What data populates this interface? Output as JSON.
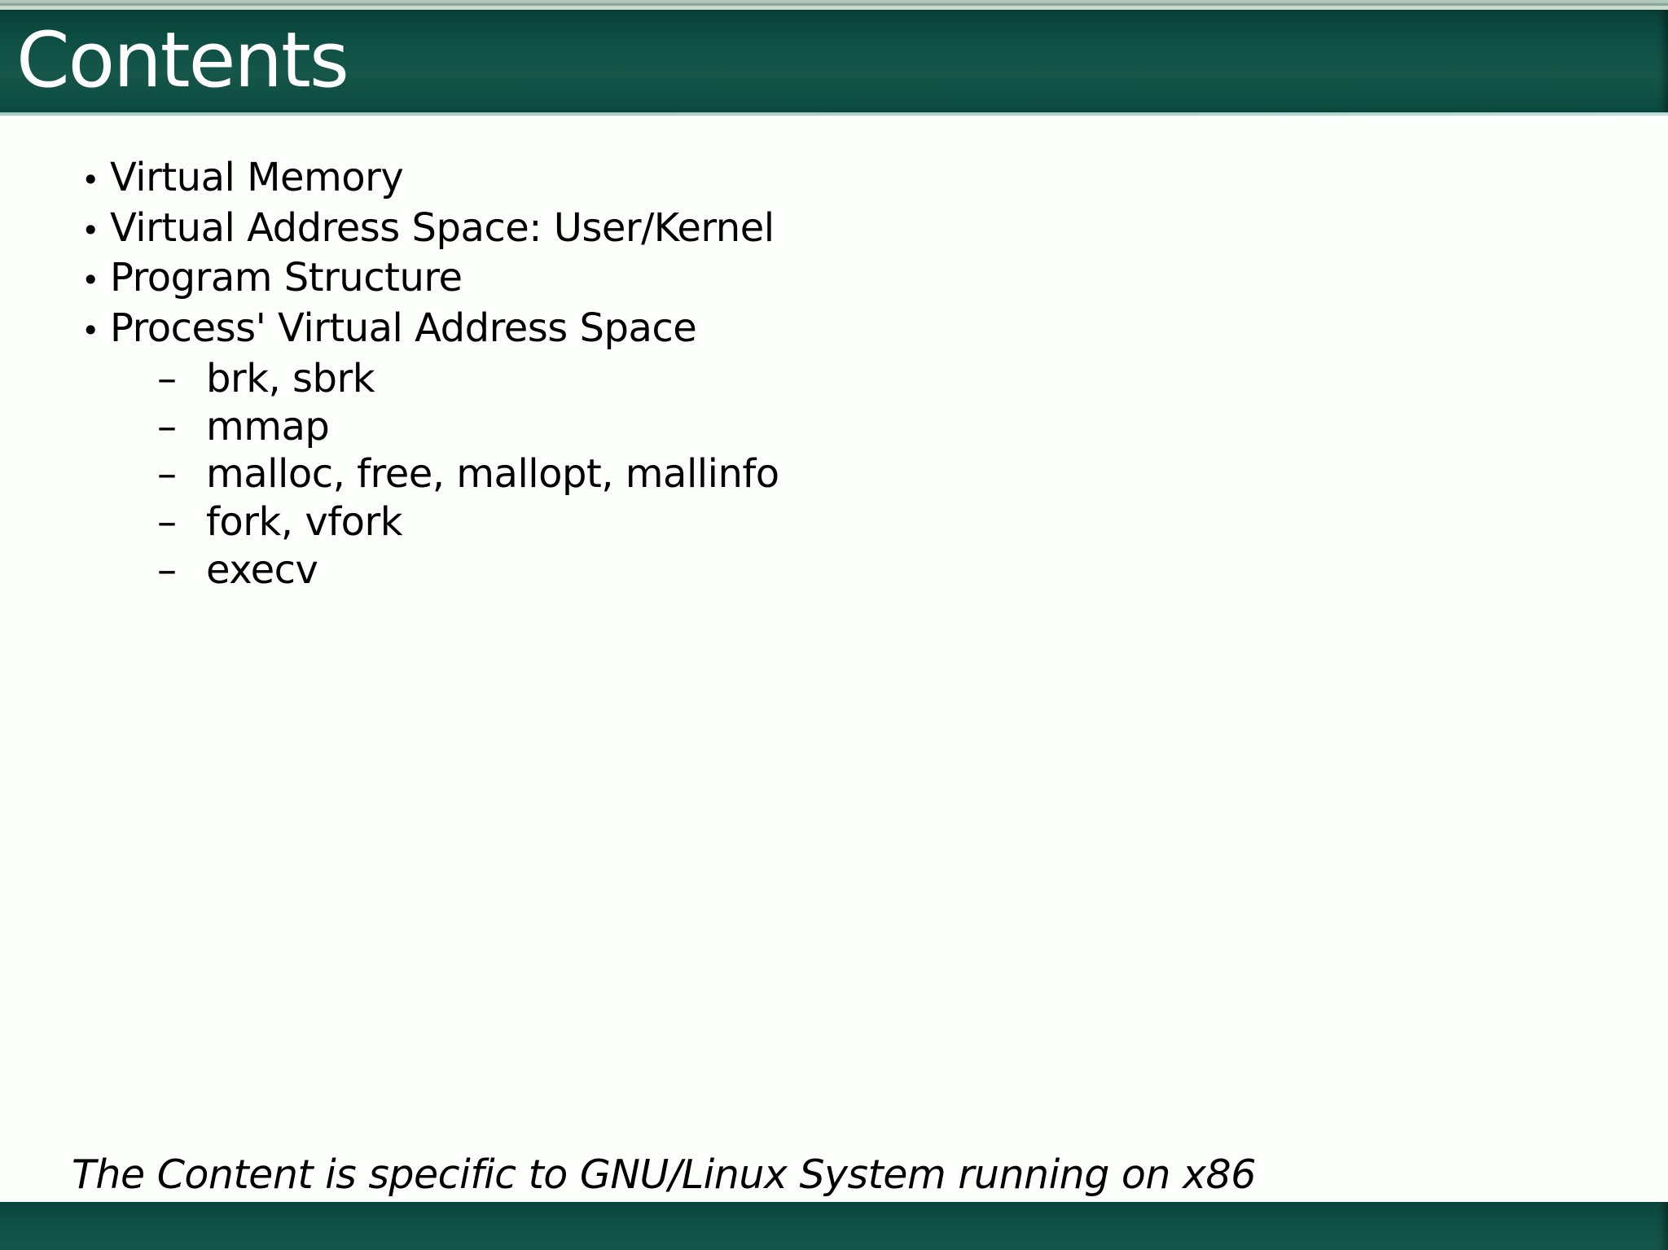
{
  "slide": {
    "title": "Contents",
    "markers": {
      "bullet": "•",
      "dash": "–"
    },
    "bullets": [
      {
        "level": 1,
        "text": "Virtual Memory"
      },
      {
        "level": 1,
        "text": "Virtual Address Space: User/Kernel"
      },
      {
        "level": 1,
        "text": "Program Structure"
      },
      {
        "level": 1,
        "text": "Process' Virtual Address Space"
      },
      {
        "level": 2,
        "text": "brk, sbrk"
      },
      {
        "level": 2,
        "text": "mmap"
      },
      {
        "level": 2,
        "text": "malloc, free, mallopt, mallinfo"
      },
      {
        "level": 2,
        "text": "fork, vfork"
      },
      {
        "level": 2,
        "text": "execv"
      }
    ],
    "footer_note": "The Content is specific to GNU/Linux System running on x86",
    "colors": {
      "header_green": "#0d4f44",
      "header_green_light": "#16574a",
      "accent_strip": "#b2c8bd",
      "underline": "#a6cdc2",
      "background": "#fcfefc",
      "title_text": "#ffffff",
      "body_text": "#000000"
    }
  }
}
